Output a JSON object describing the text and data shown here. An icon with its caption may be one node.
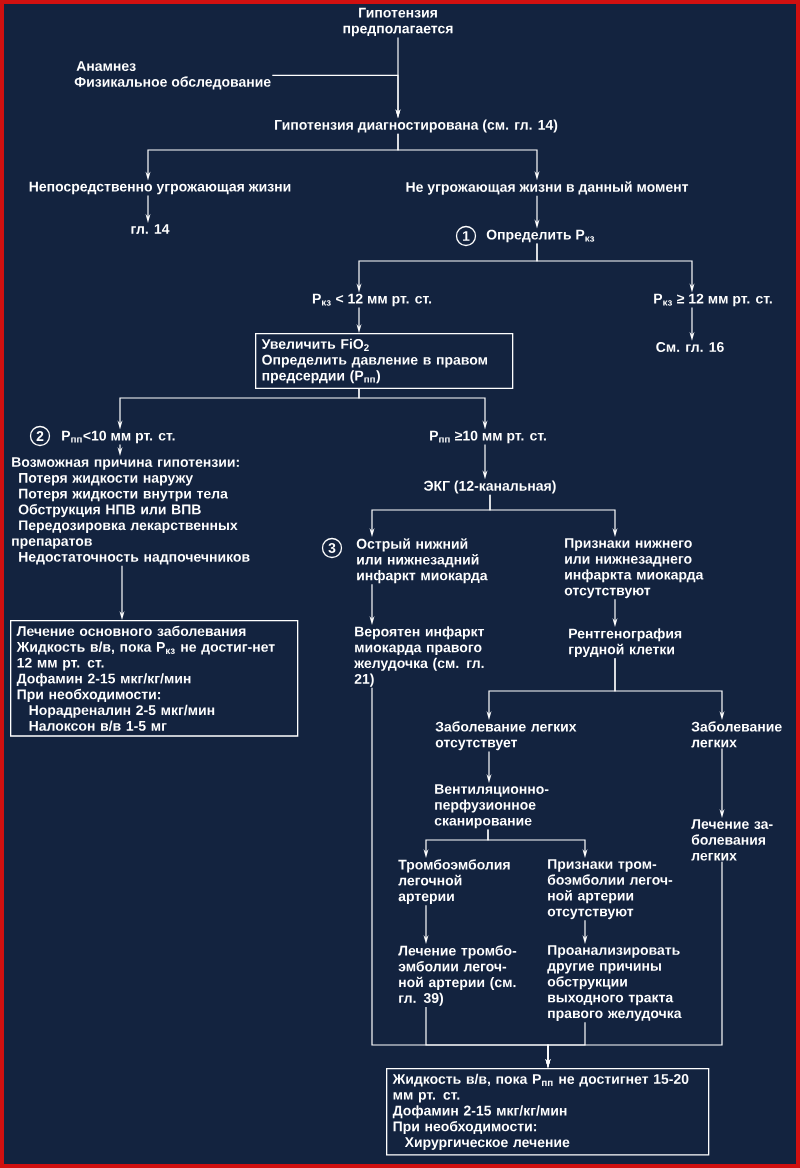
{
  "diagram": {
    "nodes": [
      {
        "text": [
          "Гипотензия предполагается"
        ]
      },
      {
        "text": [
          "Анамнез",
          "Физикальное обследование"
        ]
      },
      {
        "text": [
          "Гипотензия диагностирована (см. гл. 14)"
        ]
      },
      {
        "text": [
          "Непосредственно угрожающая жизни"
        ]
      },
      {
        "text": [
          "гл. 14"
        ]
      },
      {
        "text": [
          "Не угрожающая жизни в данный момент"
        ]
      },
      {
        "text": [
          "Определить P$_{кз}$"
        ],
        "beside": [
          "1"
        ]
      },
      {
        "text": [
          "P$_{кз}$ < 12 мм рт. ст."
        ]
      },
      {
        "text": [
          "P$_{кз}$ ≥ 12 мм рт. ст."
        ]
      },
      {
        "text": [
          "См. гл. 16"
        ]
      },
      {
        "text": [
          "Увеличить FiO$_{2}$",
          "Определить давление в правом предсердии (P$_{пп}$)"
        ]
      },
      {
        "text": [
          "P$_{пп}$<10 мм рт. ст."
        ],
        "beside": [
          "2"
        ]
      },
      {
        "text": [
          "P$_{пп}$ ≥10 мм рт. ст."
        ]
      },
      {
        "text": [
          "Возможная причина гипотензии:",
          "Потеря жидкости наружу",
          "Потеря жидкости внутри тела",
          "Обструкция НПВ или ВПВ",
          "Передозировка лекарственных препаратов",
          "Недостаточность надпочечников"
        ]
      },
      {
        "text": [
          "Лечение основного заболевания",
          "Жидкость в/в, пока P$_{кз}$ не достиг-нет 12 мм рт. ст.",
          "Дофамин 2-15 мкг/кг/мин",
          "При необходимости:",
          "Норадреналин 2-5 мкг/мин",
          "Налоксон в/в 1-5 мг"
        ]
      },
      {
        "text": [
          "ЭКГ (12-канальная)"
        ]
      },
      {
        "text": [
          "Острый нижний или нижнезадний инфаркт миокарда"
        ],
        "beside": [
          "3"
        ]
      },
      {
        "text": [
          "Признаки нижнего или нижнезаднего инфаркта миокарда отсутствуют"
        ]
      },
      {
        "text": [
          "Вероятен инфаркт миокарда правого желудочка (см. гл. 21)"
        ]
      },
      {
        "text": [
          "Рентгенография грудной клетки"
        ]
      },
      {
        "text": [
          "Заболевание легких отсутствует"
        ]
      },
      {
        "text": [
          "Заболевание легких"
        ]
      },
      {
        "text": [
          "Вентиляционно-перфузионное сканирование"
        ]
      },
      {
        "text": [
          "Лечение за-болевания легких"
        ]
      },
      {
        "text": [
          "Тромбоэмболия легочной артерии"
        ]
      },
      {
        "text": [
          "Признаки тром-боэмболии легоч-ной артерии отсутствуют"
        ]
      },
      {
        "text": [
          "Лечение тромбо-эмболии легоч-ной артерии (см. гл. 39)"
        ]
      },
      {
        "text": [
          "Проанализировать другие причины обструкции выходного тракта правого желудочка"
        ]
      },
      {
        "text": [
          "Жидкость в/в, пока P$_{пп}$ не достигнет 15-20 мм рт. ст.",
          "Дофамин 2-15 мкг/кг/мин",
          "При необходимости:",
          "Хирургическое лечение"
        ]
      }
    ],
    "edges": [
      {
        "from": 0,
        "to": 2,
        "arrow": "to"
      },
      {
        "from": 1,
        "to": 2,
        "arrow": "to"
      },
      {
        "from": 2,
        "to": 3,
        "arrow": "to"
      },
      {
        "from": 2,
        "to": 5,
        "arrow": "to"
      },
      {
        "from": 3,
        "to": 4,
        "arrow": "to"
      },
      {
        "from": 5,
        "to": 6,
        "arrow": "to"
      },
      {
        "from": 6,
        "to": 7,
        "arrow": "to"
      },
      {
        "from": 6,
        "to": 8,
        "arrow": "to"
      },
      {
        "from": 7,
        "to": 10,
        "arrow": "to"
      },
      {
        "from": 8,
        "to": 9,
        "arrow": "to"
      },
      {
        "from": 10,
        "to": 11,
        "arrow": "to"
      },
      {
        "from": 10,
        "to": 12,
        "arrow": "to"
      },
      {
        "from": 11,
        "to": 13,
        "arrow": "to"
      },
      {
        "from": 13,
        "to": 14,
        "arrow": "to"
      },
      {
        "from": 12,
        "to": 15,
        "arrow": "to"
      },
      {
        "from": 15,
        "to": 16,
        "arrow": "to"
      },
      {
        "from": 15,
        "to": 17,
        "arrow": "to"
      },
      {
        "from": 16,
        "to": 18,
        "arrow": "to"
      },
      {
        "from": 17,
        "to": 19,
        "arrow": "to"
      },
      {
        "from": 19,
        "to": 20,
        "arrow": "to"
      },
      {
        "from": 19,
        "to": 21,
        "arrow": "to"
      },
      {
        "from": 20,
        "to": 22,
        "arrow": "to"
      },
      {
        "from": 21,
        "to": 23,
        "arrow": "to"
      },
      {
        "from": 22,
        "to": 24,
        "arrow": "to"
      },
      {
        "from": 22,
        "to": 25,
        "arrow": "to"
      },
      {
        "from": 24,
        "to": 26,
        "arrow": "to"
      },
      {
        "from": 25,
        "to": 27,
        "arrow": "to"
      },
      {
        "from": 18,
        "to": 28,
        "arrow": "to"
      },
      {
        "from": 26,
        "to": 28,
        "arrow": "to"
      },
      {
        "from": 27,
        "to": 28,
        "arrow": "to"
      },
      {
        "from": 23,
        "to": 28,
        "arrow": "to"
      }
    ]
  }
}
